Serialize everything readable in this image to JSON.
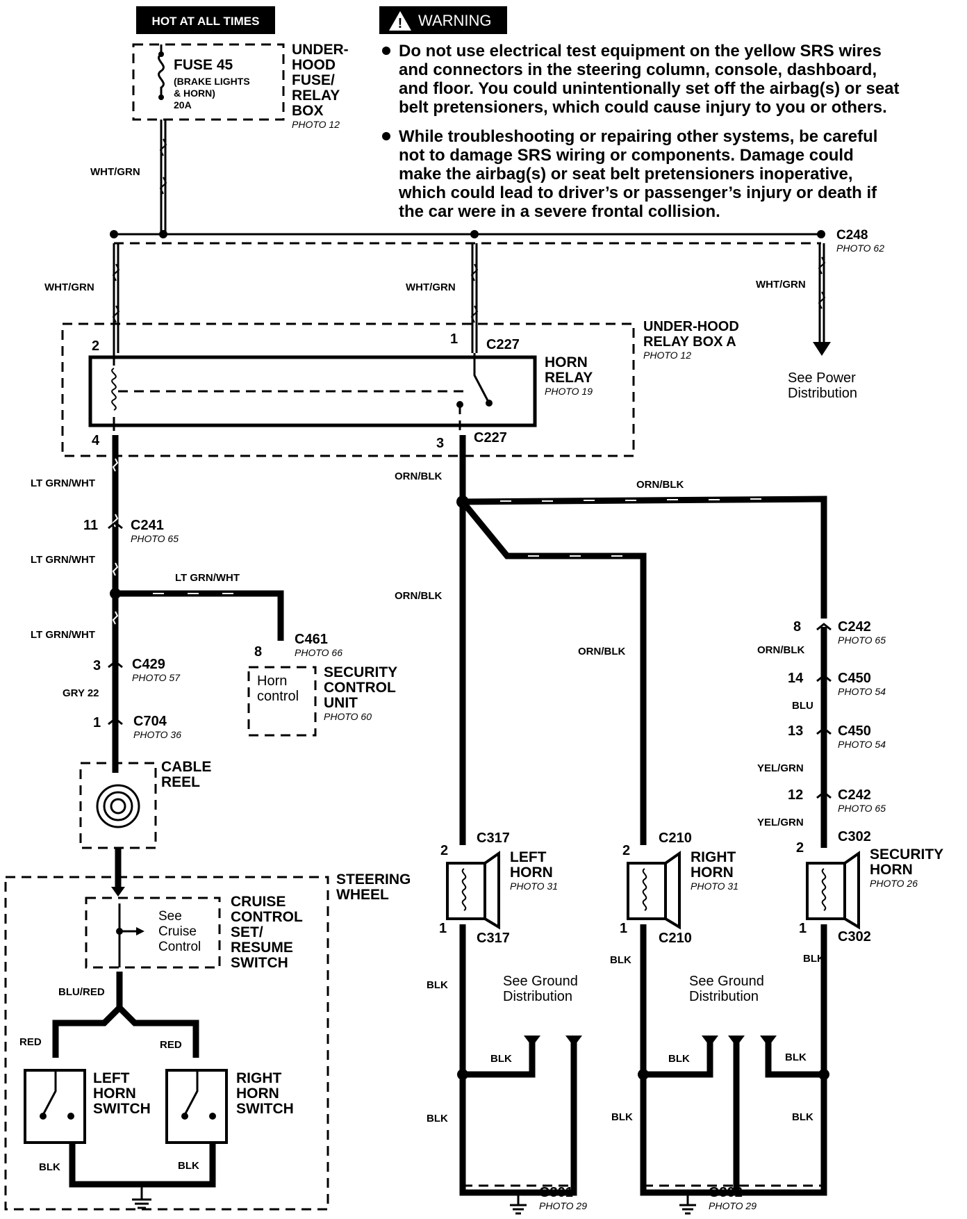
{
  "hot_label": "HOT AT ALL TIMES",
  "warning": {
    "title": "WARNING",
    "bullet1": [
      "Do not use electrical test equipment on the yellow SRS wires",
      "and connectors in the steering column, console, dashboard,",
      "and floor. You could unintentionally set off the airbag(s) or seat",
      "belt pretensioners, which could cause injury to you or others."
    ],
    "bullet2": [
      "While troubleshooting or repairing other systems, be careful",
      "not to damage SRS wiring or components. Damage could",
      "make the airbag(s) or seat belt pretensioners inoperative,",
      "which could lead to driver’s or passenger’s injury or death if",
      "the car were in a severe frontal collision."
    ]
  },
  "fuse": {
    "name": "FUSE 45",
    "desc": [
      "(BRAKE LIGHTS",
      "& HORN)",
      "20A"
    ],
    "box": [
      "UNDER-",
      "HOOD",
      "FUSE/",
      "RELAY",
      "BOX"
    ],
    "photo": "PHOTO 12"
  },
  "relay_box": {
    "name": [
      "UNDER-HOOD",
      "RELAY BOX A"
    ],
    "photo": "PHOTO 12"
  },
  "horn_relay": {
    "name": [
      "HORN",
      "RELAY"
    ],
    "photo": "PHOTO 19"
  },
  "power_dist": [
    "See Power",
    "Distribution"
  ],
  "ground_dist": [
    "See Ground",
    "Distribution"
  ],
  "security_unit": {
    "inner": [
      "Horn",
      "control"
    ],
    "name": [
      "SECURITY",
      "CONTROL",
      "UNIT"
    ],
    "photo": "PHOTO 60"
  },
  "cable_reel": [
    "CABLE",
    "REEL"
  ],
  "steering_wheel": [
    "STEERING",
    "WHEEL"
  ],
  "cruise": {
    "inner": [
      "See",
      "Cruise",
      "Control"
    ],
    "name": [
      "CRUISE",
      "CONTROL",
      "SET/",
      "RESUME",
      "SWITCH"
    ]
  },
  "left_switch": [
    "LEFT",
    "HORN",
    "SWITCH"
  ],
  "right_switch": [
    "RIGHT",
    "HORN",
    "SWITCH"
  ],
  "left_horn": {
    "name": [
      "LEFT",
      "HORN"
    ],
    "photo": "PHOTO 31"
  },
  "right_horn": {
    "name": [
      "RIGHT",
      "HORN"
    ],
    "photo": "PHOTO 31"
  },
  "security_horn": {
    "name": [
      "SECURITY",
      "HORN"
    ],
    "photo": "PHOTO 26"
  },
  "connectors": {
    "c248": "C248",
    "c248_photo": "PHOTO 62",
    "c227a": "C227",
    "c227b": "C227",
    "c241": "C241",
    "c241_photo": "PHOTO 65",
    "c461": "C461",
    "c461_photo": "PHOTO 66",
    "c429": "C429",
    "c429_photo": "PHOTO 57",
    "c704": "C704",
    "c704_photo": "PHOTO 36",
    "c242a": "C242",
    "c242a_photo": "PHOTO 65",
    "c450a": "C450",
    "c450a_photo": "PHOTO 54",
    "c450b": "C450",
    "c450b_photo": "PHOTO 54",
    "c242b": "C242",
    "c242b_photo": "PHOTO 65",
    "c317a": "C317",
    "c317b": "C317",
    "c210a": "C210",
    "c210b": "C210",
    "c302a": "C302",
    "c302b": "C302",
    "g301": "G301",
    "g301_photo": "PHOTO 29",
    "g302": "G302",
    "g302_photo": "PHOTO 29"
  },
  "pins": {
    "p2": "2",
    "p1": "1",
    "p4": "4",
    "p3": "3",
    "p11": "11",
    "p8a": "8",
    "p3b": "3",
    "p1b": "1",
    "p8b": "8",
    "p14": "14",
    "p13": "13",
    "p12": "12",
    "lh2": "2",
    "lh1": "1",
    "rh2": "2",
    "rh1": "1",
    "sh2": "2",
    "sh1": "1"
  },
  "wires": {
    "whtgrn": "WHT/GRN",
    "ltgrnwht": "LT GRN/WHT",
    "orn_blk": "ORN/BLK",
    "gry22": "GRY 22",
    "blu": "BLU",
    "yelgrn": "YEL/GRN",
    "blured": "BLU/RED",
    "red": "RED",
    "blk": "BLK"
  }
}
